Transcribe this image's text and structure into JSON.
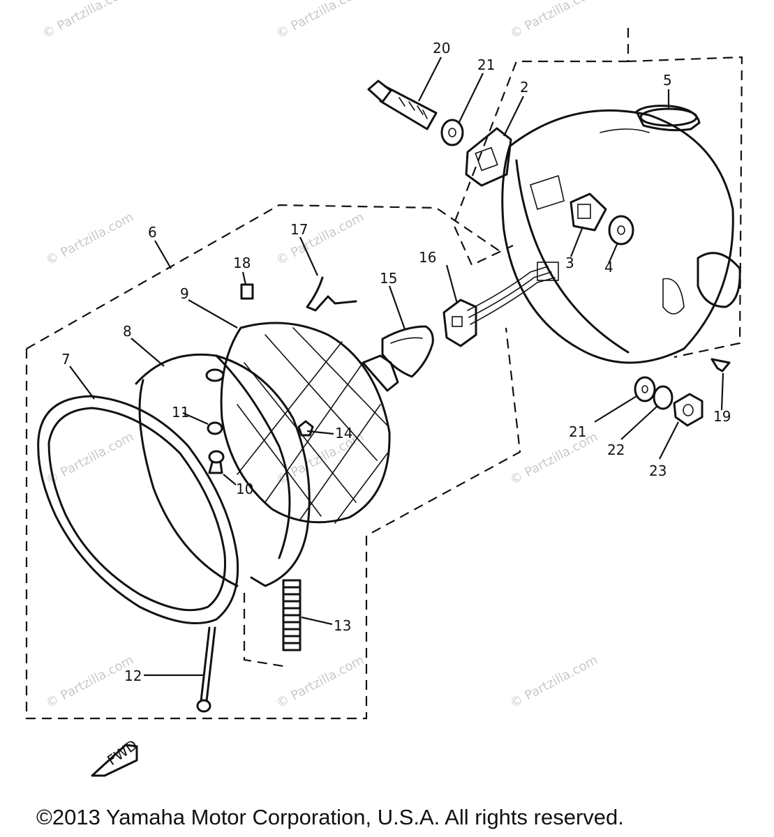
{
  "parts": [
    {
      "id": "20",
      "label": "20"
    },
    {
      "id": "21a",
      "label": "21"
    },
    {
      "id": "2",
      "label": "2"
    },
    {
      "id": "5",
      "label": "5"
    },
    {
      "id": "6",
      "label": "6"
    },
    {
      "id": "17",
      "label": "17"
    },
    {
      "id": "18",
      "label": "18"
    },
    {
      "id": "16",
      "label": "16"
    },
    {
      "id": "15",
      "label": "15"
    },
    {
      "id": "3",
      "label": "3"
    },
    {
      "id": "4",
      "label": "4"
    },
    {
      "id": "9",
      "label": "9"
    },
    {
      "id": "8",
      "label": "8"
    },
    {
      "id": "7",
      "label": "7"
    },
    {
      "id": "11",
      "label": "11"
    },
    {
      "id": "10",
      "label": "10"
    },
    {
      "id": "14",
      "label": "14"
    },
    {
      "id": "21b",
      "label": "21"
    },
    {
      "id": "22",
      "label": "22"
    },
    {
      "id": "23",
      "label": "23"
    },
    {
      "id": "19",
      "label": "19"
    },
    {
      "id": "13",
      "label": "13"
    },
    {
      "id": "12",
      "label": "12"
    }
  ],
  "fwd_mark": "FWD",
  "watermark": "© Partzilla.com",
  "copyright": "©2013 Yamaha Motor Corporation, U.S.A. All rights reserved."
}
